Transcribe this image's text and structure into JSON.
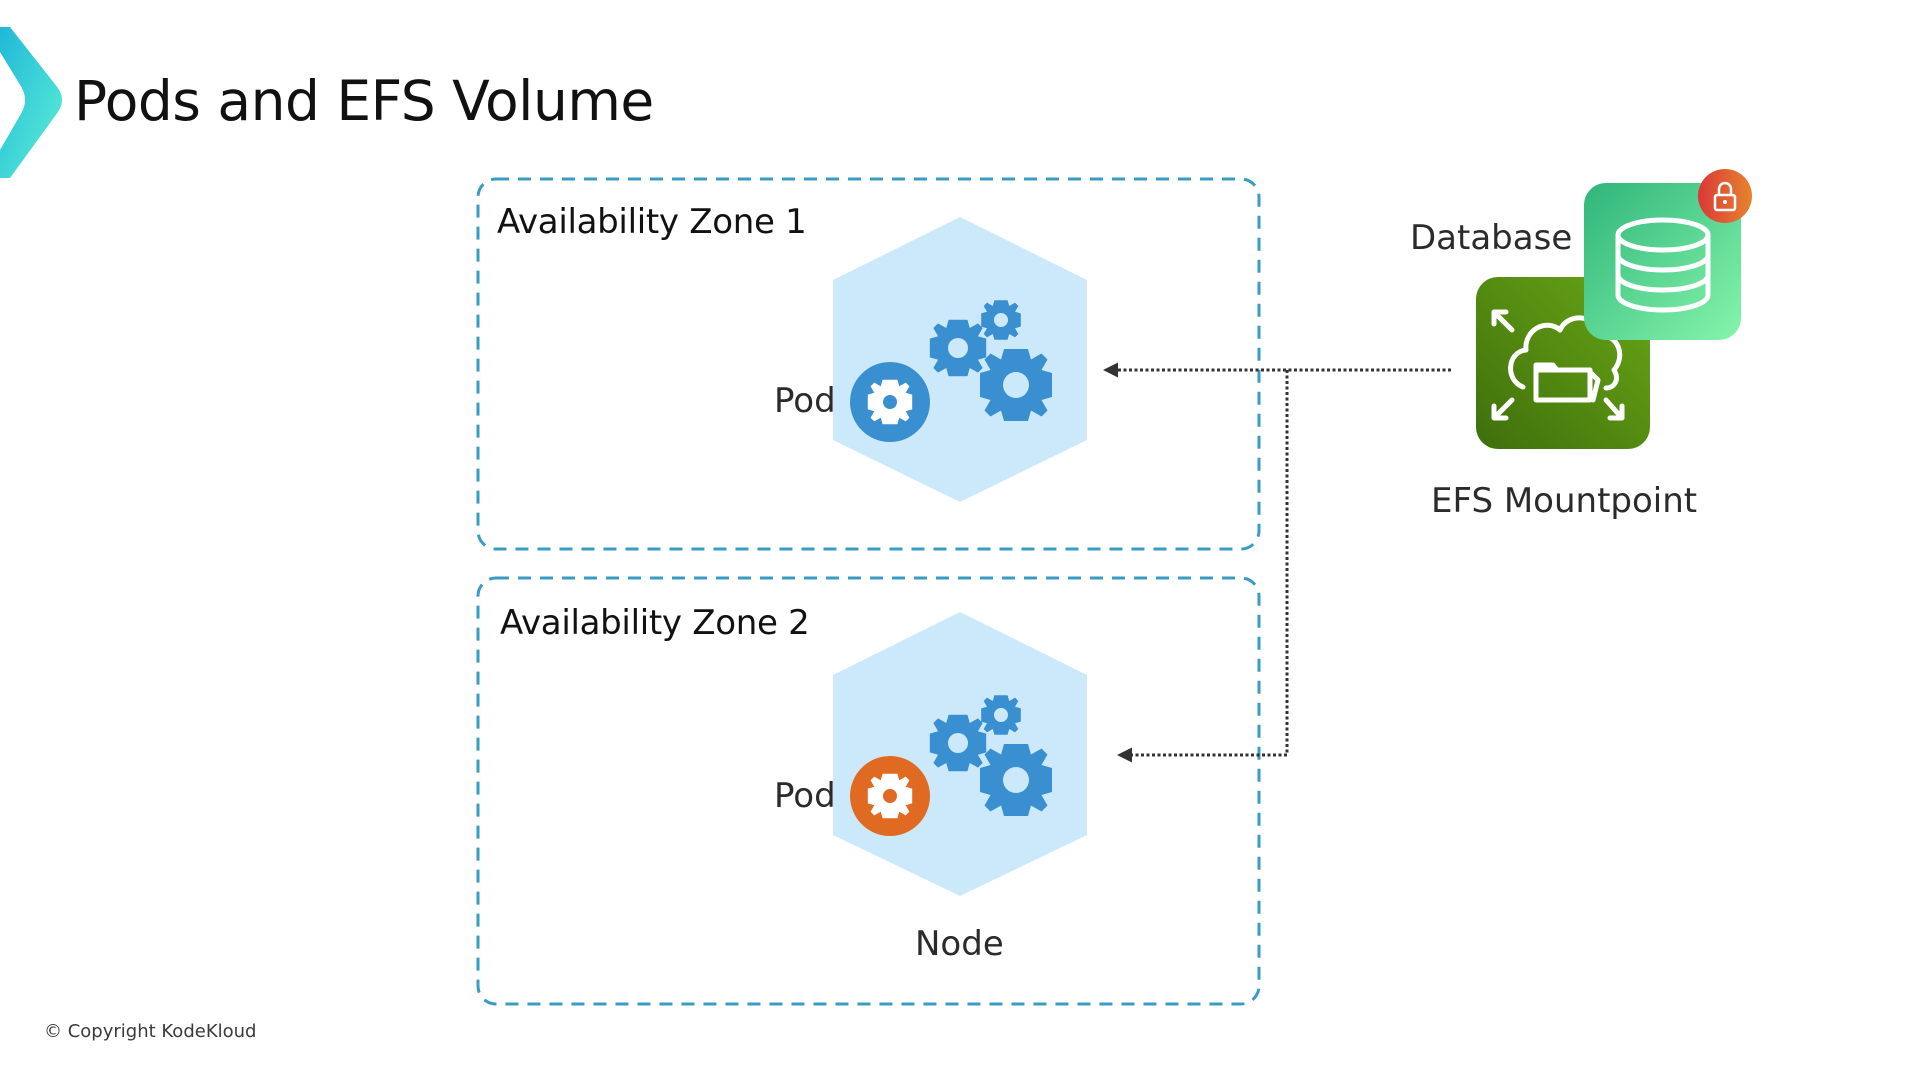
{
  "slide": {
    "title": "Pods and EFS Volume",
    "copyright": "© Copyright KodeKloud",
    "brand_colors": {
      "logo_start": "#1fb8d8",
      "logo_end": "#5ff0d6",
      "zone_border": "#3a9cc4",
      "node_fill": "#cce9fb",
      "gear": "#3a8fd0",
      "pod_1": "#3a8fd0",
      "pod_2": "#e06a22",
      "efs_start": "#3e6f0c",
      "efs_end": "#6aa716",
      "db_start": "#2fb57a",
      "db_end": "#86f5ab",
      "lock_start": "#dc3738",
      "lock_end": "#e5852e",
      "connector": "#333333"
    }
  },
  "zones": [
    {
      "label": "Availability Zone 1",
      "pod_label": "Pod",
      "pod_status_color": "#3a8fd0"
    },
    {
      "label": "Availability Zone 2",
      "pod_label": "Pod",
      "pod_status_color": "#e06a22",
      "node_label": "Node"
    }
  ],
  "efs": {
    "mountpoint_label": "EFS Mountpoint",
    "database_label": "Database",
    "icons": {
      "efs": "efs-cloud-folder-icon",
      "database": "database-icon",
      "lock": "lock-icon"
    }
  },
  "connectors": [
    {
      "from": "EFS Mountpoint",
      "to": "Availability Zone 1 Node",
      "style": "dotted-arrow"
    },
    {
      "from": "EFS Mountpoint",
      "to": "Availability Zone 2 Node",
      "style": "dotted-arrow"
    }
  ]
}
